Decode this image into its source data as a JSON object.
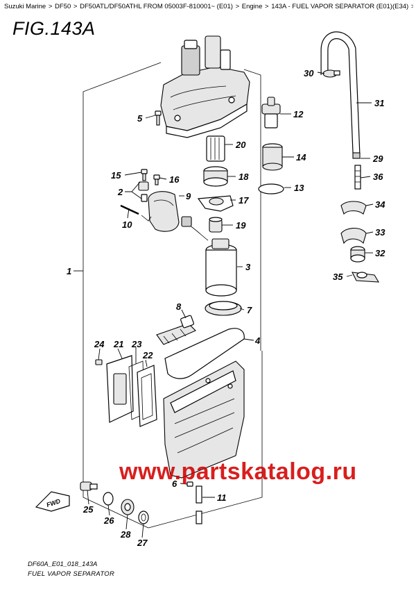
{
  "breadcrumb": {
    "items": [
      "Suzuki Marine",
      "DF50",
      "DF50ATL/DF50ATHL FROM 05003F-810001~ (E01)",
      "Engine",
      "143A - FUEL VAPOR SEPARATOR (E01)(E34)"
    ],
    "separator": ">"
  },
  "figure": {
    "title": "FIG.143A",
    "code": "DF60A_E01_018_143A",
    "caption": "FUEL VAPOR SEPARATOR",
    "fwd_label": "FWD"
  },
  "callouts": [
    "1",
    "2",
    "3",
    "4",
    "5",
    "6",
    "7",
    "8",
    "9",
    "10",
    "11",
    "12",
    "13",
    "14",
    "15",
    "16",
    "17",
    "18",
    "19",
    "20",
    "21",
    "22",
    "23",
    "24",
    "25",
    "26",
    "27",
    "28",
    "29",
    "30",
    "31",
    "32",
    "33",
    "34",
    "35",
    "36"
  ],
  "watermark": "www.partskatalog.ru"
}
